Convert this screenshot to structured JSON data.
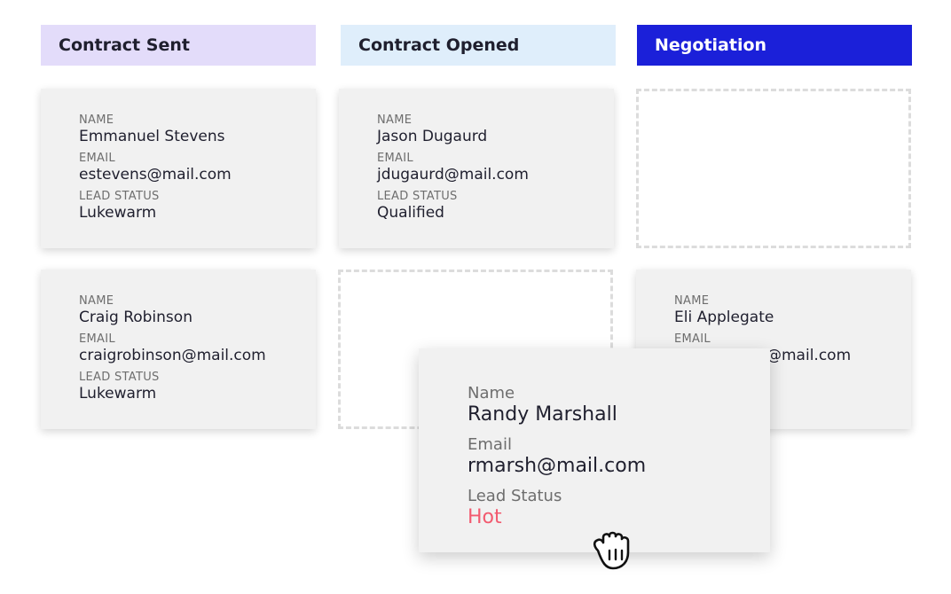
{
  "columns": [
    {
      "title": "Contract Sent",
      "color": "#e3dcfa"
    },
    {
      "title": "Contract Opened",
      "color": "#dfeefb"
    },
    {
      "title": "Negotiation",
      "color": "#1b20d9"
    }
  ],
  "labels": {
    "name": "NAME",
    "email": "EMAIL",
    "lead_status": "LEAD STATUS"
  },
  "cards": [
    {
      "name": "Emmanuel Stevens",
      "email": "estevens@mail.com",
      "status": "Lukewarm"
    },
    {
      "name": "Jason Dugaurd",
      "email": "jdugaurd@mail.com",
      "status": "Qualified"
    },
    {
      "name": "Craig Robinson",
      "email": "craigrobinson@mail.com",
      "status": "Lukewarm"
    },
    {
      "name": "Eli Applegate",
      "email_partial": "@mail.com"
    }
  ],
  "drag_card": {
    "name_label": "Name",
    "name": "Randy Marshall",
    "email_label": "Email",
    "email": "rmarsh@mail.com",
    "status_label": "Lead Status",
    "status": "Hot",
    "status_color": "#f25a6f"
  },
  "cursor": {
    "icon": "grab-hand-icon"
  }
}
